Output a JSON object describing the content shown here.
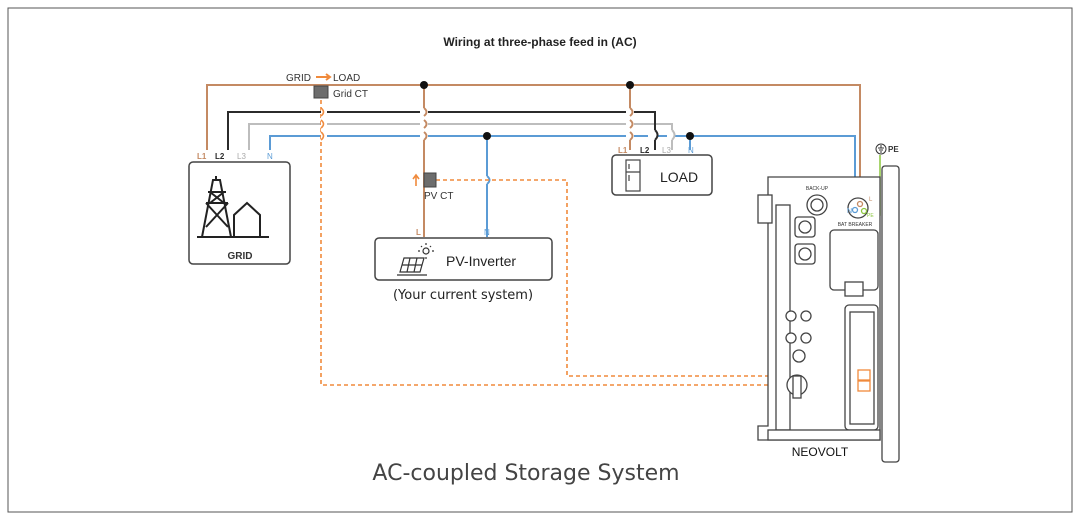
{
  "title": "Wiring at three-phase feed in (AC)",
  "caption": "AC-coupled Storage System",
  "colors": {
    "L1": "#c48a63",
    "L2": "#2b2b2b",
    "L3": "#bdbdbd",
    "N": "#5b9bd5",
    "ct_signal": "#f08a3c",
    "pe": "#8cc63f"
  },
  "grid": {
    "label": "GRID",
    "terminals": [
      "L1",
      "L2",
      "L3",
      "N"
    ],
    "icon": "power-tower-house-icon"
  },
  "grid_ct": {
    "direction": "GRID",
    "arrow_to": "LOAD",
    "label": "Grid CT"
  },
  "pv_ct": {
    "label": "PV CT"
  },
  "pv_inverter": {
    "label": "PV-Inverter",
    "terminal_l": "L",
    "terminal_n": "N",
    "note": "(Your current system)",
    "icon": "solar-panel-icon"
  },
  "load": {
    "label": "LOAD",
    "terminals": [
      "L1",
      "L2",
      "L3",
      "N"
    ],
    "icon": "refrigerator-icon"
  },
  "device": {
    "label": "NEOVOLT",
    "pe": "PE",
    "backup": "BACK-UP",
    "bat_breaker": "BAT BREAKER",
    "terminal_n": "N",
    "terminal_l": "L",
    "terminal_pe": "PE"
  }
}
